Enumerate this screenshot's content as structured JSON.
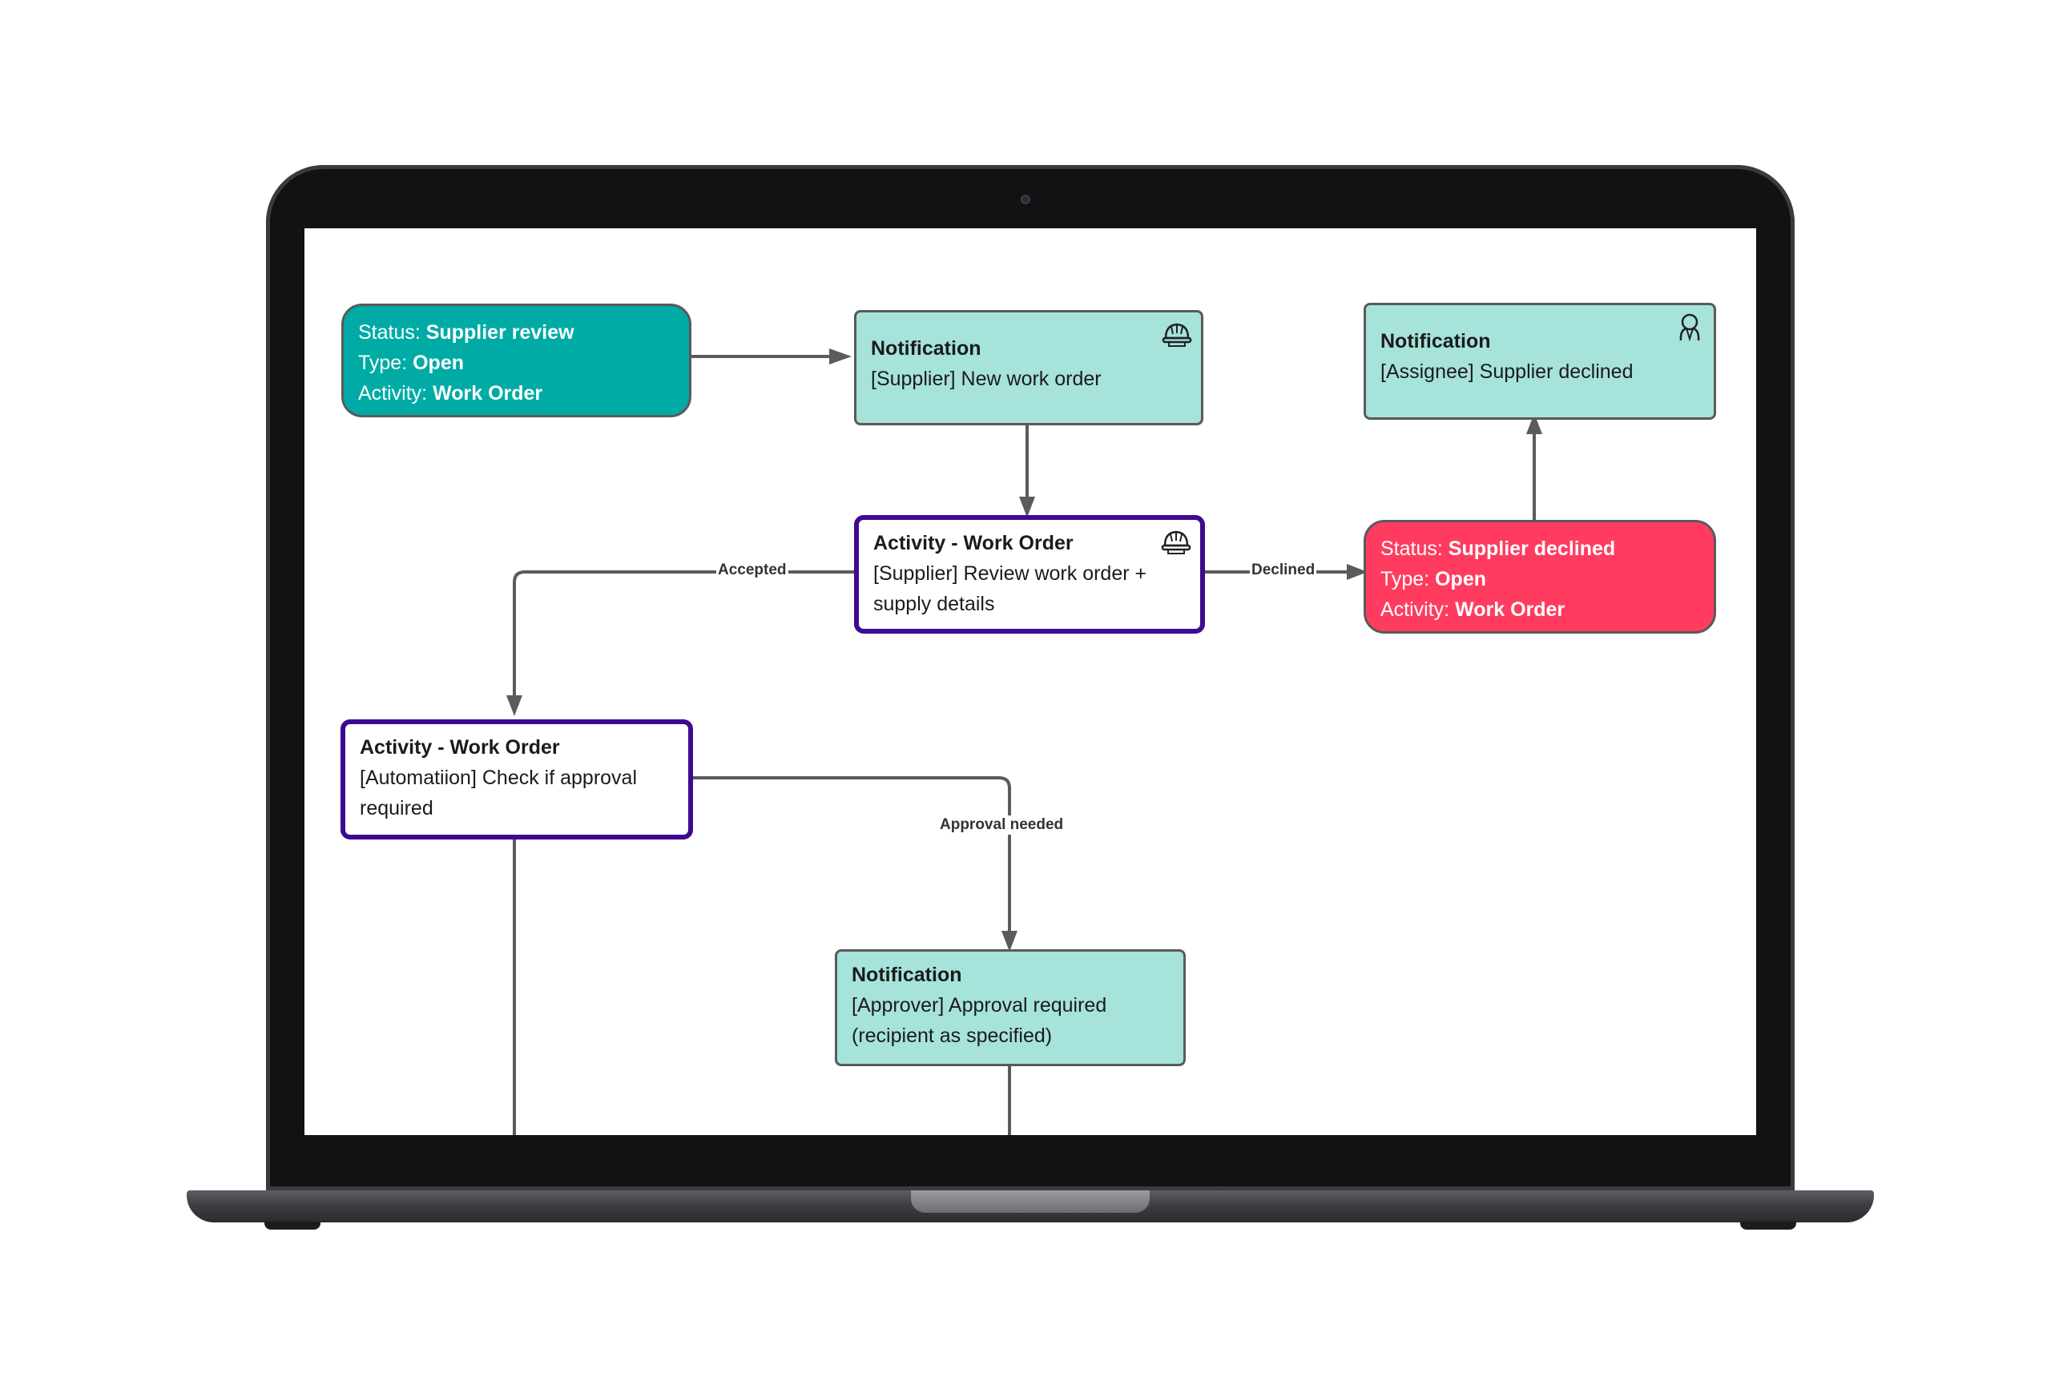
{
  "diagram": {
    "status_open": {
      "status_label": "Status:",
      "status_value": "Supplier review",
      "type_label": "Type:",
      "type_value": "Open",
      "activity_label": "Activity:",
      "activity_value": "Work Order"
    },
    "notif_new_order": {
      "title": "Notification",
      "body": "[Supplier] New work order",
      "icon": "supplier-helmet-icon"
    },
    "notif_declined": {
      "title": "Notification",
      "body": "[Assignee] Supplier declined",
      "icon": "assignee-person-icon"
    },
    "activity_review": {
      "title": "Activity - Work Order",
      "body": "[Supplier] Review work order + supply details",
      "icon": "supplier-helmet-icon"
    },
    "status_declined": {
      "status_label": "Status:",
      "status_value": "Supplier declined",
      "type_label": "Type:",
      "type_value": "Open",
      "activity_label": "Activity:",
      "activity_value": "Work Order"
    },
    "activity_check": {
      "title": "Activity - Work Order",
      "body": "[Automatiion] Check if approval required"
    },
    "notif_approval": {
      "title": "Notification",
      "body": "[Approver] Approval required (recipient as specified)"
    },
    "edge_labels": {
      "accepted": "Accepted",
      "declined": "Declined",
      "approval_needed": "Approval needed"
    },
    "colors": {
      "status_teal": "#00aba6",
      "status_red": "#ff3c60",
      "notification_fill": "#a6e3da",
      "activity_border": "#3d0a91"
    }
  }
}
